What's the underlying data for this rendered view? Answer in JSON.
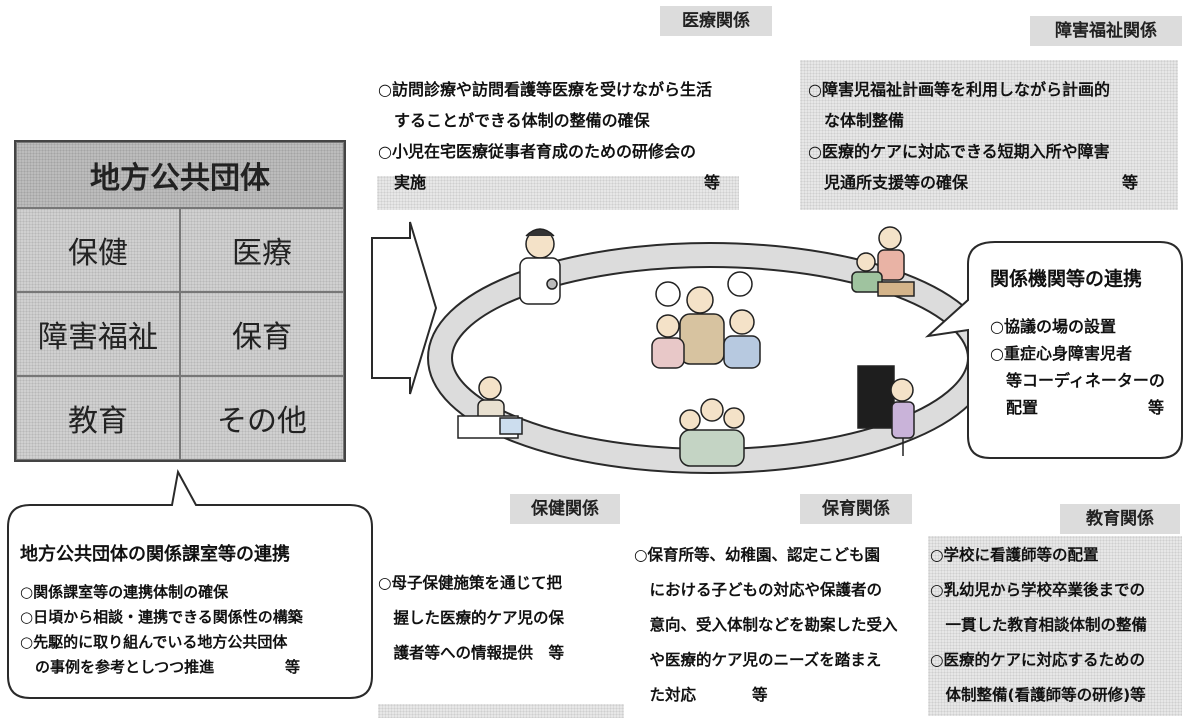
{
  "matrix": {
    "title": "地方公共団体",
    "cells": [
      "保健",
      "医療",
      "障害福祉",
      "保育",
      "教育",
      "その他"
    ]
  },
  "headers": {
    "medical": "医療関係",
    "disability": "障害福祉関係",
    "health": "保健関係",
    "childcare": "保育関係",
    "education": "教育関係"
  },
  "medical": {
    "lines": [
      "○訪問診療や訪問看護等医療を受けながら生活",
      "　することができる体制の整備の確保",
      "○小児在宅医療従事者育成のための研修会の"
    ],
    "last": "　実施",
    "suffix": "等"
  },
  "disability": {
    "lines": [
      "○障害児福祉計画等を利用しながら計画的",
      "　な体制整備",
      "○医療的ケアに対応できる短期入所や障害"
    ],
    "last": "　児通所支援等の確保",
    "suffix": "等"
  },
  "cooperation": {
    "title": "関係機関等の連携",
    "lines": [
      "○協議の場の設置",
      "○重症心身障害児者",
      "　等コーディネーターの"
    ],
    "last": "　配置",
    "suffix": "等"
  },
  "local": {
    "title": "地方公共団体の関係課室等の連携",
    "lines": [
      "○関係課室等の連携体制の確保",
      "○日頃から相談・連携できる関係性の構築",
      "○先駆的に取り組んでいる地方公共団体"
    ],
    "last": "　の事例を参考としつつ推進",
    "suffix": "等"
  },
  "health": {
    "lines": [
      "○母子保健施策を通じて把",
      "　握した医療的ケア児の保",
      "　護者等への情報提供　等"
    ]
  },
  "childcare": {
    "lines": [
      "○保育所等、幼稚園、認定こども園",
      "　における子どもの対応や保護者の",
      "　意向、受入体制などを勘案した受入",
      "　や医療的ケア児のニーズを踏まえ"
    ],
    "last": "　た対応",
    "suffix": "等"
  },
  "education": {
    "lines": [
      "○学校に看護師等の配置",
      "○乳幼児から学校卒業後までの",
      "　一貫した教育相談体制の整備",
      "○医療的ケアに対応するための",
      "　体制整備(看護師等の研修)等"
    ]
  },
  "icons": [
    "doctor-figure",
    "family-figure",
    "childcare-figure",
    "teacher-figure",
    "health-nurse-figure",
    "children-group-figure"
  ],
  "colors": {
    "ring": "#dcdcdc",
    "stroke": "#2a2a2a",
    "box": "#e7e7e7"
  }
}
